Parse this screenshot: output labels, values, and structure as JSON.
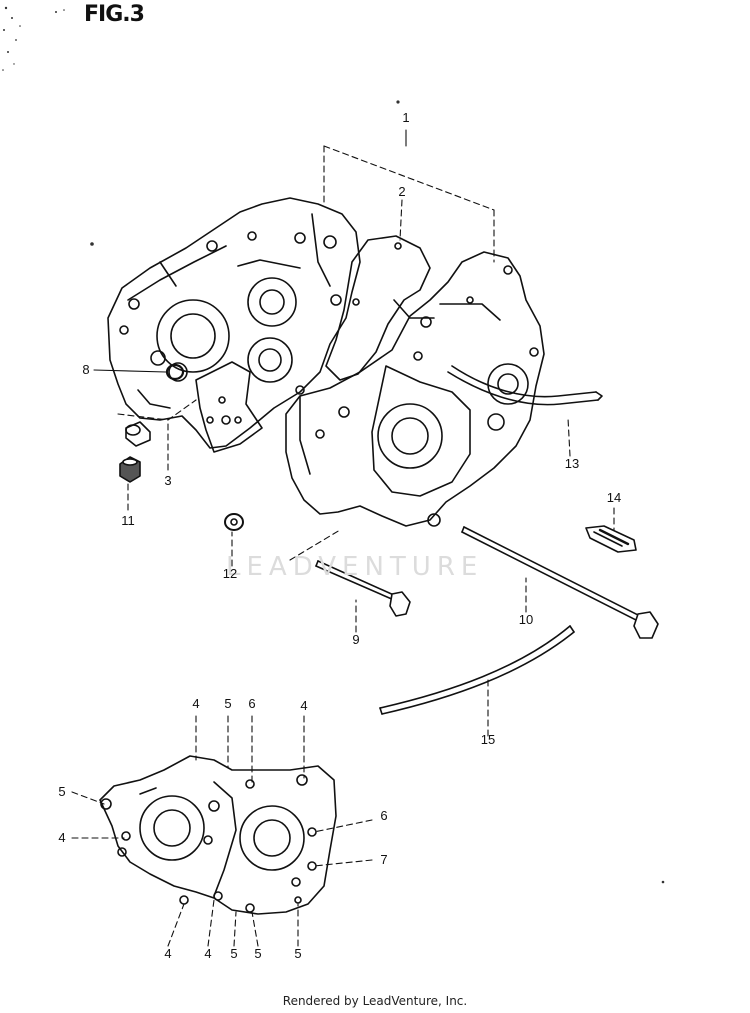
{
  "figure": {
    "title": "FIG.3"
  },
  "watermark": {
    "text": "LEADVENTURE"
  },
  "footer": {
    "text": "Rendered by LeadVenture, Inc."
  },
  "callouts": {
    "c1": "1",
    "c2": "2",
    "c3": "3",
    "c8": "8",
    "c9": "9",
    "c10": "10",
    "c11": "11",
    "c12": "12",
    "c13": "13",
    "c14": "14",
    "c15": "15",
    "lower_top": [
      "4",
      "5",
      "6",
      "4"
    ],
    "lower_left": [
      "5",
      "4"
    ],
    "lower_right": [
      "6",
      "7"
    ],
    "lower_bottom": [
      "4",
      "4",
      "5",
      "5",
      "5"
    ]
  }
}
